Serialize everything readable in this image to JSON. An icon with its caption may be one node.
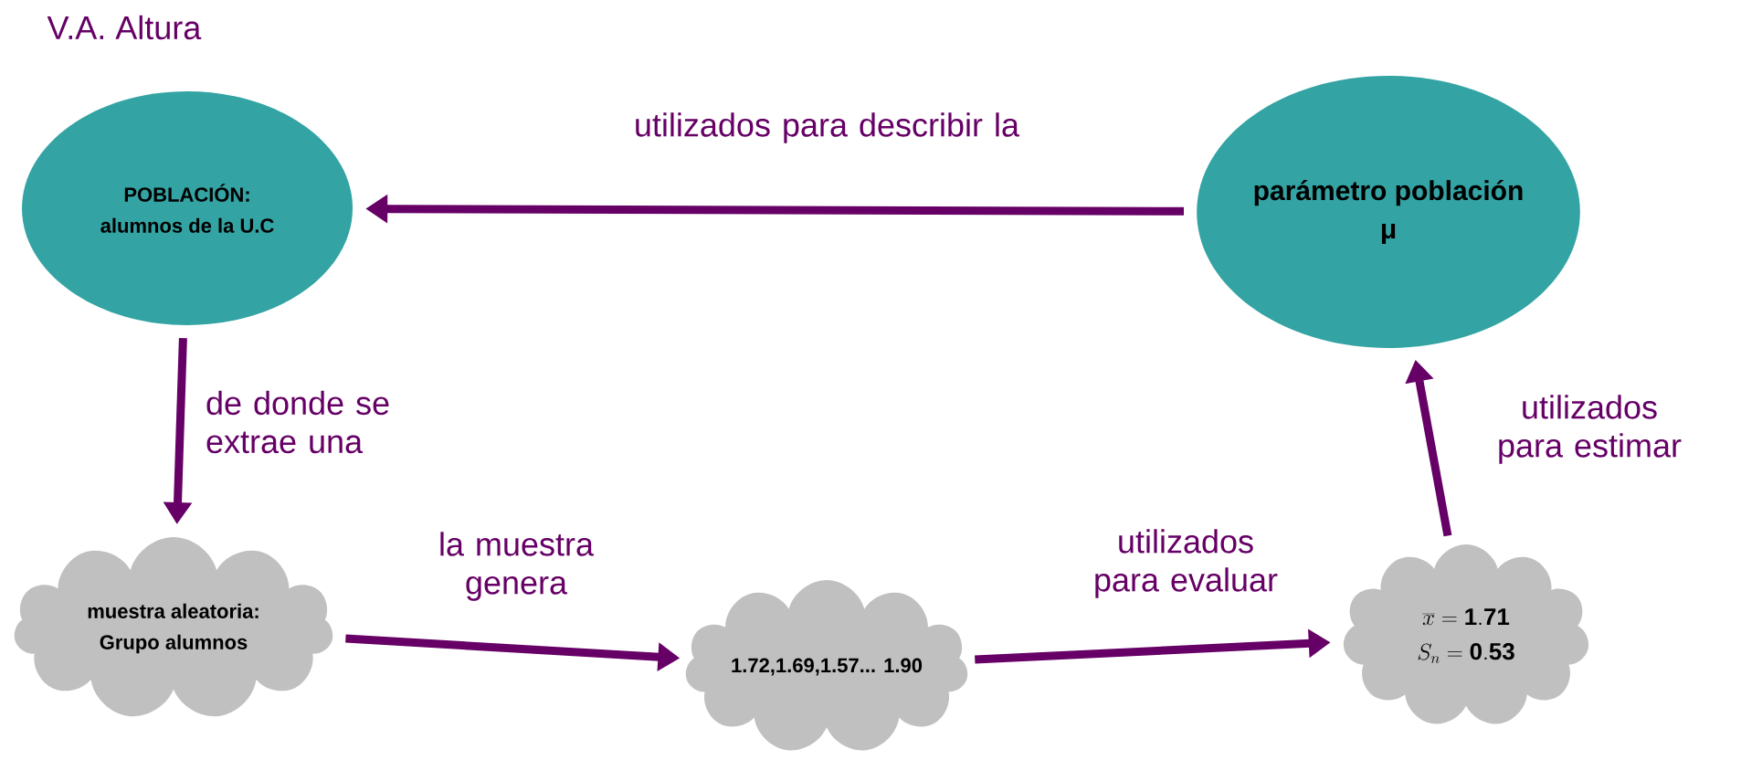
{
  "diagram": {
    "title": "V.A. Altura",
    "nodes": [
      {
        "text": [
          "POBLACIÓN:",
          "alumnos de la U.C"
        ]
      },
      {
        "text": [
          "parámetro población",
          "μ"
        ]
      },
      {
        "text": [
          "muestra aleatoria:",
          "Grupo alumnos"
        ]
      },
      {
        "text": [
          "1.72,1.69,1.57... 1.90"
        ]
      },
      {
        "text": [
          "\\overline{x} = \\mathbf{1.71}",
          "S_n = \\mathbf{0.53}"
        ]
      }
    ],
    "edges": [
      {
        "from": 1,
        "to": 0,
        "arrow": "to",
        "label": "utilizados para describir la"
      },
      {
        "from": 0,
        "to": 2,
        "arrow": "to",
        "label": "de donde se extrae una"
      },
      {
        "from": 2,
        "to": 3,
        "arrow": "to",
        "label": "la muestra genera"
      },
      {
        "from": 3,
        "to": 4,
        "arrow": "to",
        "label": "utilizados para evaluar"
      },
      {
        "from": 4,
        "to": 1,
        "arrow": "to",
        "label": "utilizados para estimar"
      }
    ]
  }
}
